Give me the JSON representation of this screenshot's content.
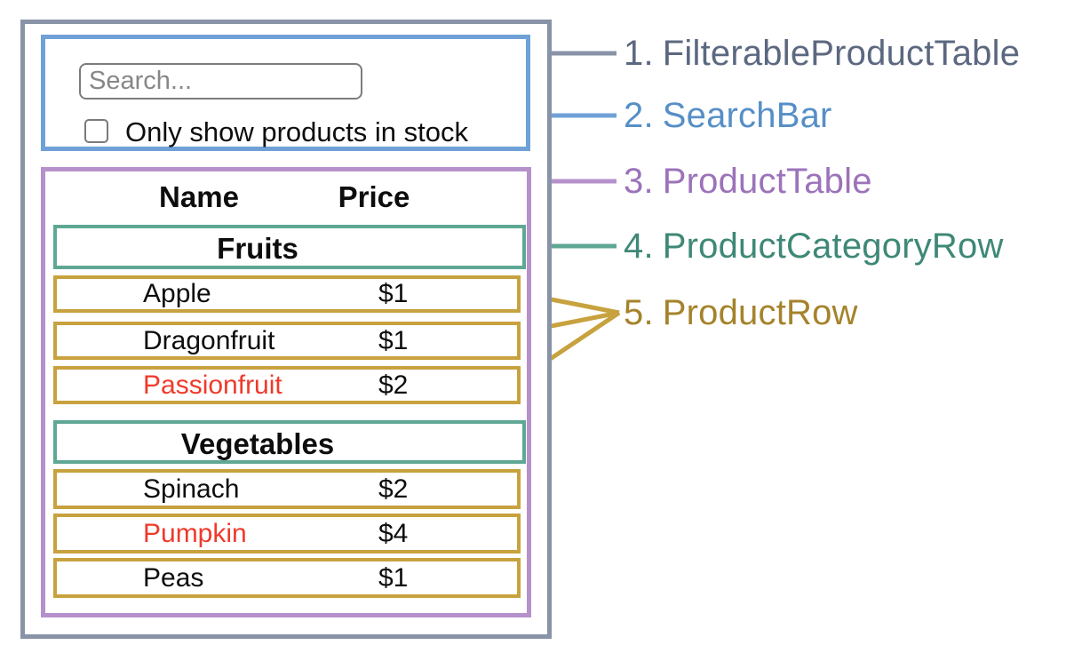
{
  "colors": {
    "slate_border": "#8893A7",
    "slate_text": "#5C6880",
    "blue_border": "#6FA1D7",
    "blue_text": "#568FC7",
    "purple_border": "#B591CB",
    "purple_text": "#9C73BA",
    "teal_border": "#5FA795",
    "teal_text": "#3E8877",
    "gold_border": "#C7A23E",
    "gold_text": "#A5832C",
    "out_of_stock_red": "#EF3A2B",
    "text_black": "#0D0D0D"
  },
  "search_bar": {
    "input_placeholder": "Search...",
    "checkbox_label": "Only show products in stock",
    "checkbox_checked": false
  },
  "table": {
    "headers": {
      "name": "Name",
      "price": "Price"
    },
    "sections": [
      {
        "category": "Fruits",
        "rows": [
          {
            "name": "Apple",
            "price": "$1",
            "name_color": "#0D0D0D"
          },
          {
            "name": "Dragonfruit",
            "price": "$1",
            "name_color": "#0D0D0D"
          },
          {
            "name": "Passionfruit",
            "price": "$2",
            "name_color": "#EF3A2B"
          }
        ]
      },
      {
        "category": "Vegetables",
        "rows": [
          {
            "name": "Spinach",
            "price": "$2",
            "name_color": "#0D0D0D"
          },
          {
            "name": "Pumpkin",
            "price": "$4",
            "name_color": "#EF3A2B"
          },
          {
            "name": "Peas",
            "price": "$1",
            "name_color": "#0D0D0D"
          }
        ]
      }
    ]
  },
  "legend": {
    "items": [
      {
        "number": "1.",
        "label": "FilterableProductTable",
        "color": "#5C6880"
      },
      {
        "number": "2.",
        "label": "SearchBar",
        "color": "#568FC7"
      },
      {
        "number": "3.",
        "label": "ProductTable",
        "color": "#9C73BA"
      },
      {
        "number": "4.",
        "label": "ProductCategoryRow",
        "color": "#3E8877"
      },
      {
        "number": "5.",
        "label": "ProductRow",
        "color": "#A5832C"
      }
    ]
  }
}
